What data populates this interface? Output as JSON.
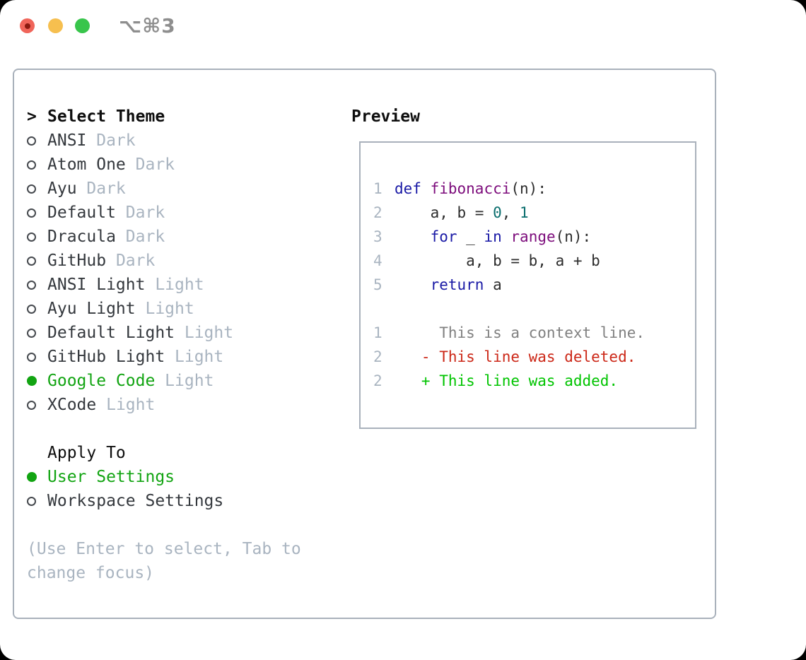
{
  "window": {
    "title": "⌥⌘3",
    "traffic_lights": [
      "close-icon",
      "minimize-icon",
      "zoom-icon"
    ]
  },
  "panel": {
    "theme_selector": {
      "cursor": ">",
      "header": "Select Theme",
      "items": [
        {
          "name": "ANSI",
          "variant": "Dark",
          "selected": false
        },
        {
          "name": "Atom One",
          "variant": "Dark",
          "selected": false
        },
        {
          "name": "Ayu",
          "variant": "Dark",
          "selected": false
        },
        {
          "name": "Default",
          "variant": "Dark",
          "selected": false
        },
        {
          "name": "Dracula",
          "variant": "Dark",
          "selected": false
        },
        {
          "name": "GitHub",
          "variant": "Dark",
          "selected": false
        },
        {
          "name": "ANSI Light",
          "variant": "Light",
          "selected": false
        },
        {
          "name": "Ayu Light",
          "variant": "Light",
          "selected": false
        },
        {
          "name": "Default Light",
          "variant": "Light",
          "selected": false
        },
        {
          "name": "GitHub Light",
          "variant": "Light",
          "selected": false
        },
        {
          "name": "Google Code",
          "variant": "Light",
          "selected": true
        },
        {
          "name": "XCode",
          "variant": "Light",
          "selected": false
        }
      ]
    },
    "apply_to": {
      "header": "Apply To",
      "options": [
        {
          "label": "User Settings",
          "selected": true
        },
        {
          "label": "Workspace Settings",
          "selected": false
        }
      ]
    },
    "help_lines": [
      "(Use Enter to select, Tab to",
      "change focus)"
    ],
    "preview": {
      "header": "Preview",
      "lines": [
        {
          "num": "1",
          "segments": [
            {
              "text": "def",
              "style": "kwd"
            },
            {
              "text": " ",
              "style": "pln"
            },
            {
              "text": "fibonacci",
              "style": "typ"
            },
            {
              "text": "(n):",
              "style": "pln"
            }
          ]
        },
        {
          "num": "2",
          "segments": [
            {
              "text": "    a, b = ",
              "style": "pln"
            },
            {
              "text": "0",
              "style": "lit"
            },
            {
              "text": ", ",
              "style": "pln"
            },
            {
              "text": "1",
              "style": "lit"
            }
          ]
        },
        {
          "num": "3",
          "segments": [
            {
              "text": "    ",
              "style": "pln"
            },
            {
              "text": "for",
              "style": "kwd"
            },
            {
              "text": " _ ",
              "style": "pln"
            },
            {
              "text": "in",
              "style": "kwd"
            },
            {
              "text": " ",
              "style": "pln"
            },
            {
              "text": "range",
              "style": "typ"
            },
            {
              "text": "(n):",
              "style": "pln"
            }
          ]
        },
        {
          "num": "4",
          "segments": [
            {
              "text": "        a, b = b, a + b",
              "style": "pln"
            }
          ]
        },
        {
          "num": "5",
          "segments": [
            {
              "text": "    ",
              "style": "pln"
            },
            {
              "text": "return",
              "style": "kwd"
            },
            {
              "text": " a",
              "style": "pln"
            }
          ]
        },
        {
          "num": "",
          "segments": []
        },
        {
          "num": "1",
          "segments": [
            {
              "text": "     This is a context line.",
              "style": "ctx"
            }
          ]
        },
        {
          "num": "2",
          "segments": [
            {
              "text": "   - This line was deleted.",
              "style": "del"
            }
          ]
        },
        {
          "num": "2",
          "segments": [
            {
              "text": "   + This line was added.",
              "style": "add"
            }
          ]
        }
      ]
    }
  },
  "colors": {
    "accent_green": "#12a412",
    "diff_added_green": "#00c400",
    "diff_deleted_red": "#cc2818",
    "context_gray": "#808080",
    "keyword_blue": "#1a1aa6",
    "function_purple": "#7d0d7c",
    "literal_teal": "#0a6e6e",
    "code_plain": "#2d2d2d",
    "text_dark": "#34383d",
    "muted_gray": "#a9b4c0",
    "border_gray": "#a9b1bb",
    "radio_ring": "#45494e",
    "title_gray": "#8e8e8e",
    "traffic_red": "#f0655a",
    "traffic_red_dot": "#8b1a10",
    "traffic_yellow": "#f6bf4f",
    "traffic_green": "#38c54b"
  }
}
